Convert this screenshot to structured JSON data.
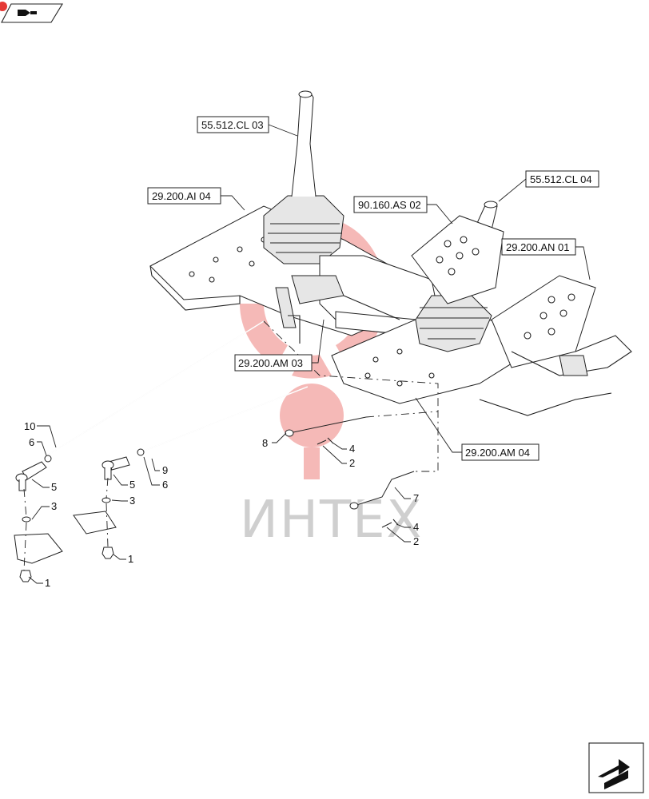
{
  "watermark": {
    "text": "ИНТЕХ",
    "color": "#e53935"
  },
  "references": [
    {
      "id": "ref-55-512-cl-03",
      "label": "55.512.CL 03"
    },
    {
      "id": "ref-29-200-ai-04",
      "label": "29.200.AI 04"
    },
    {
      "id": "ref-55-512-cl-04",
      "label": "55.512.CL 04"
    },
    {
      "id": "ref-90-160-as-02",
      "label": "90.160.AS 02"
    },
    {
      "id": "ref-29-200-an-01",
      "label": "29.200.AN 01"
    },
    {
      "id": "ref-29-200-am-03",
      "label": "29.200.AM 03"
    },
    {
      "id": "ref-29-200-am-04",
      "label": "29.200.AM 04"
    }
  ],
  "callouts": {
    "c10": "10",
    "c6a": "6",
    "c5a": "5",
    "c3a": "3",
    "c1a": "1",
    "c5b": "5",
    "c6b": "6",
    "c9": "9",
    "c3b": "3",
    "c1b": "1",
    "c8": "8",
    "c4a": "4",
    "c2a": "2",
    "c7": "7",
    "c4b": "4",
    "c2b": "2"
  },
  "icons": {
    "top_left": "page-icon",
    "bottom_right": "next-page-icon"
  }
}
